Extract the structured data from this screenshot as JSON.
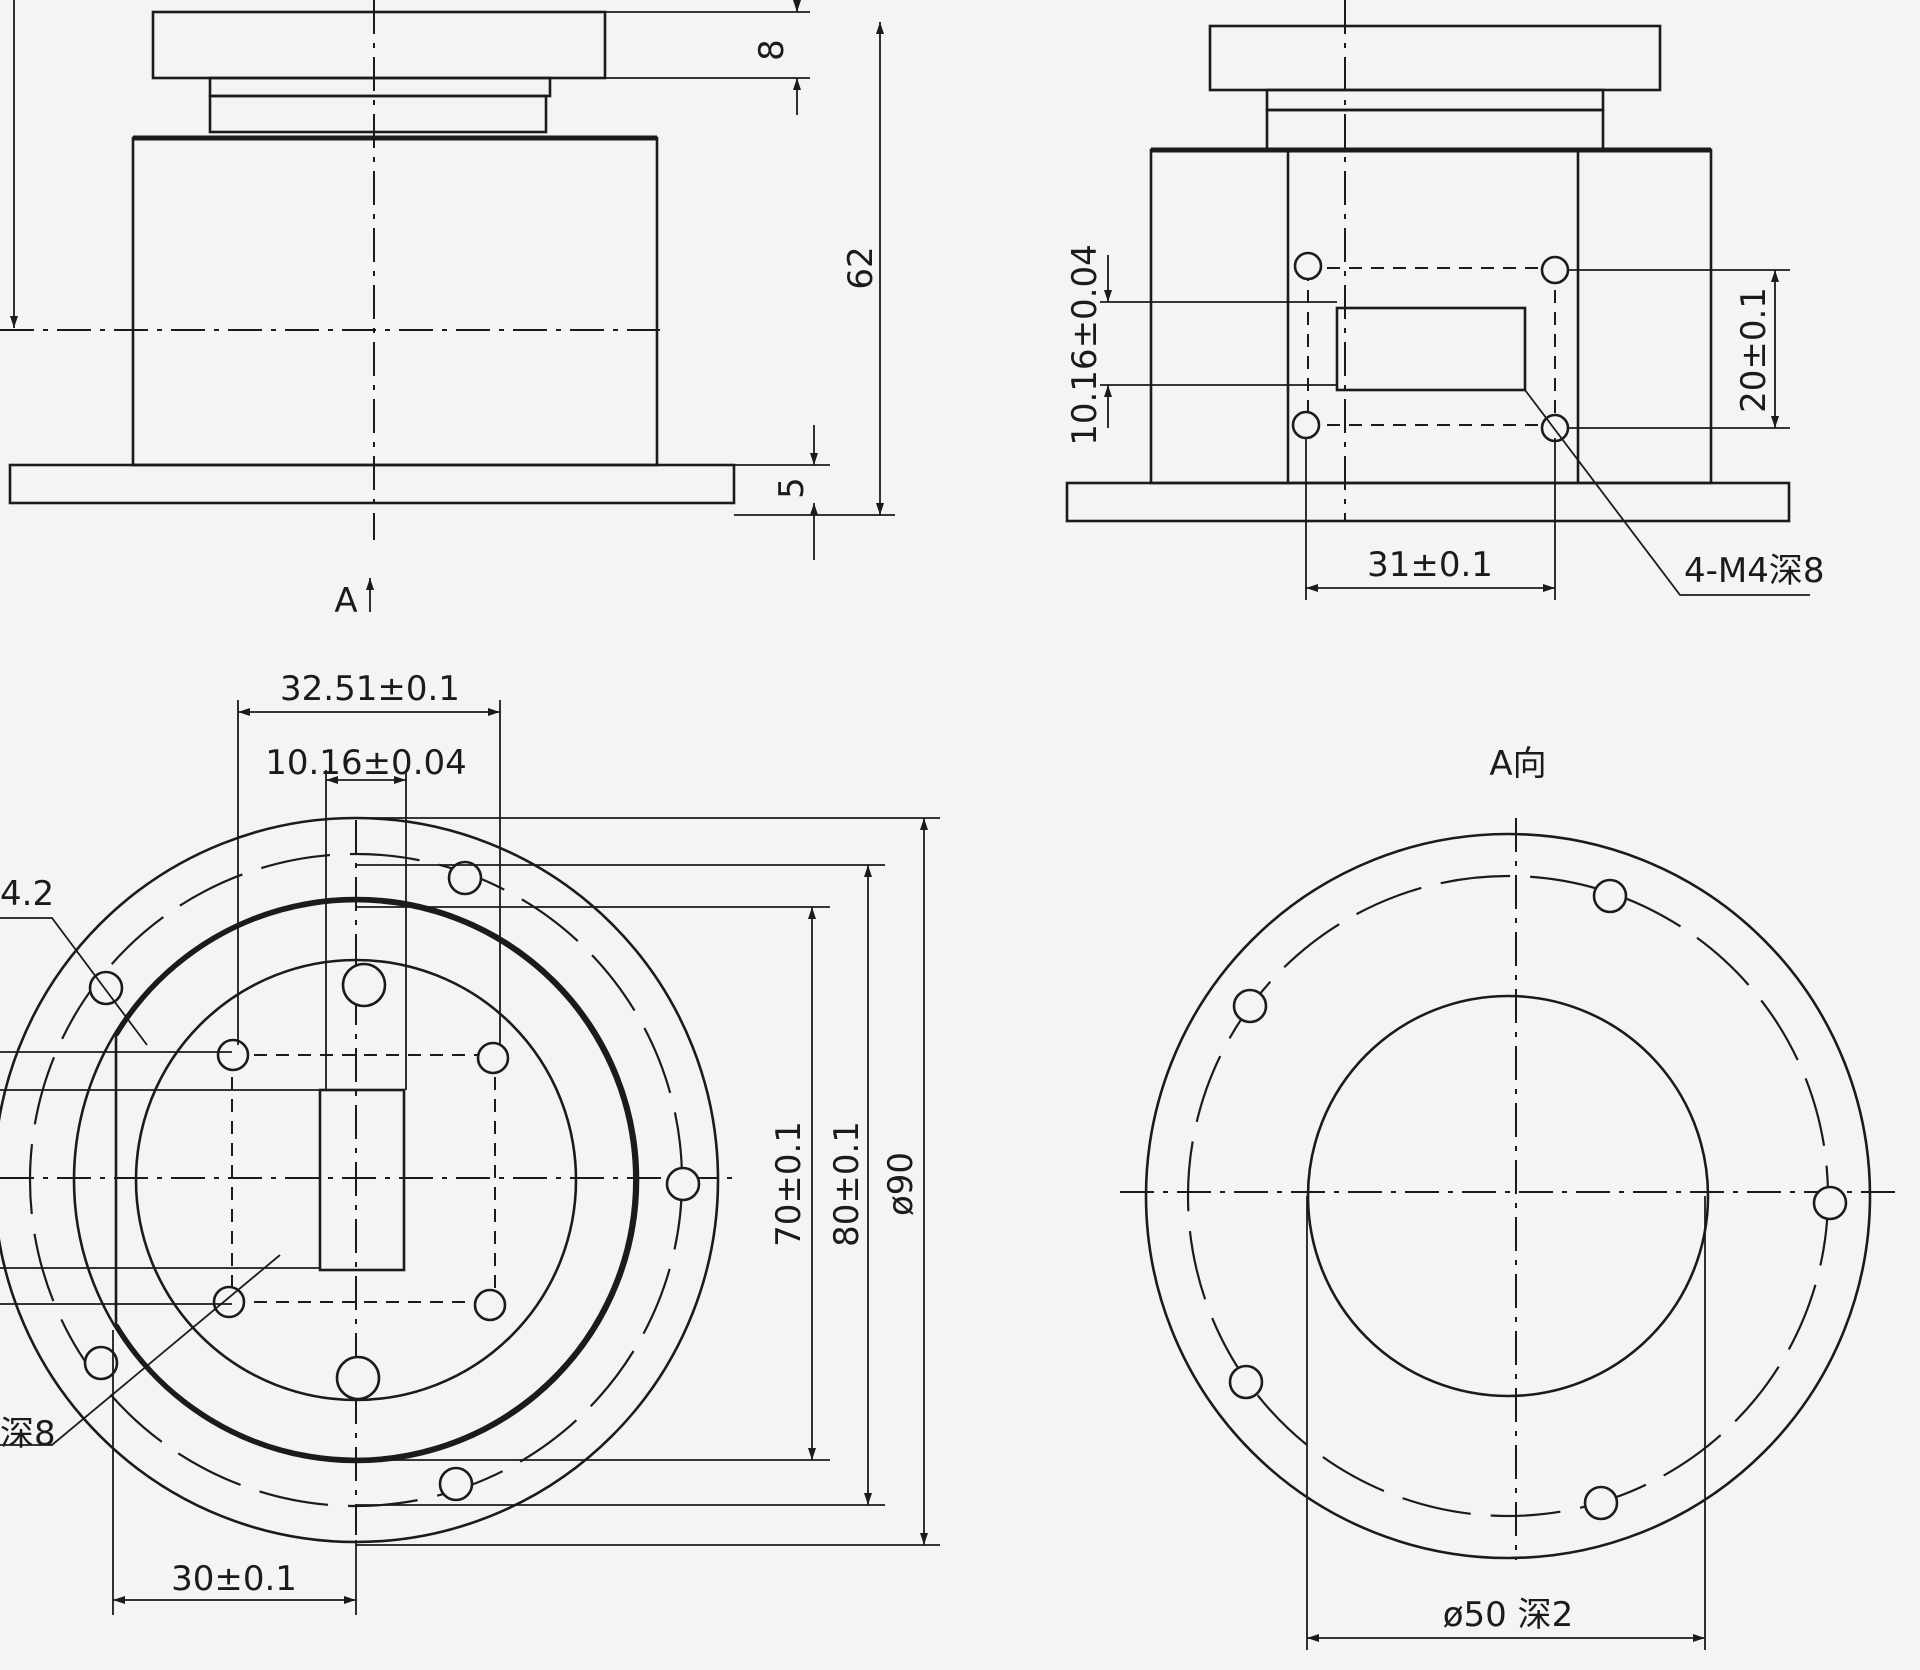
{
  "dimensions": {
    "height_top_flange": "8",
    "height_total": "62",
    "height_base": "5",
    "slot_spacing_vertical": "10.16±0.04",
    "hole_spacing_vertical": "20±0.1",
    "hole_spacing_horizontal": "31±0.1",
    "tapped_holes": "4-M4深8",
    "top_width_outer": "32.51±0.1",
    "top_width_inner": "10.16±0.04",
    "hole_label_left": "4.2",
    "depth_label_left": "深8",
    "diameter_70": "70±0.1",
    "diameter_80": "80±0.1",
    "diameter_90": "ø90",
    "offset_30": "30±0.1",
    "bore": "ø50  深2"
  },
  "view_labels": {
    "section_arrow": "A",
    "view_a": "A向"
  }
}
